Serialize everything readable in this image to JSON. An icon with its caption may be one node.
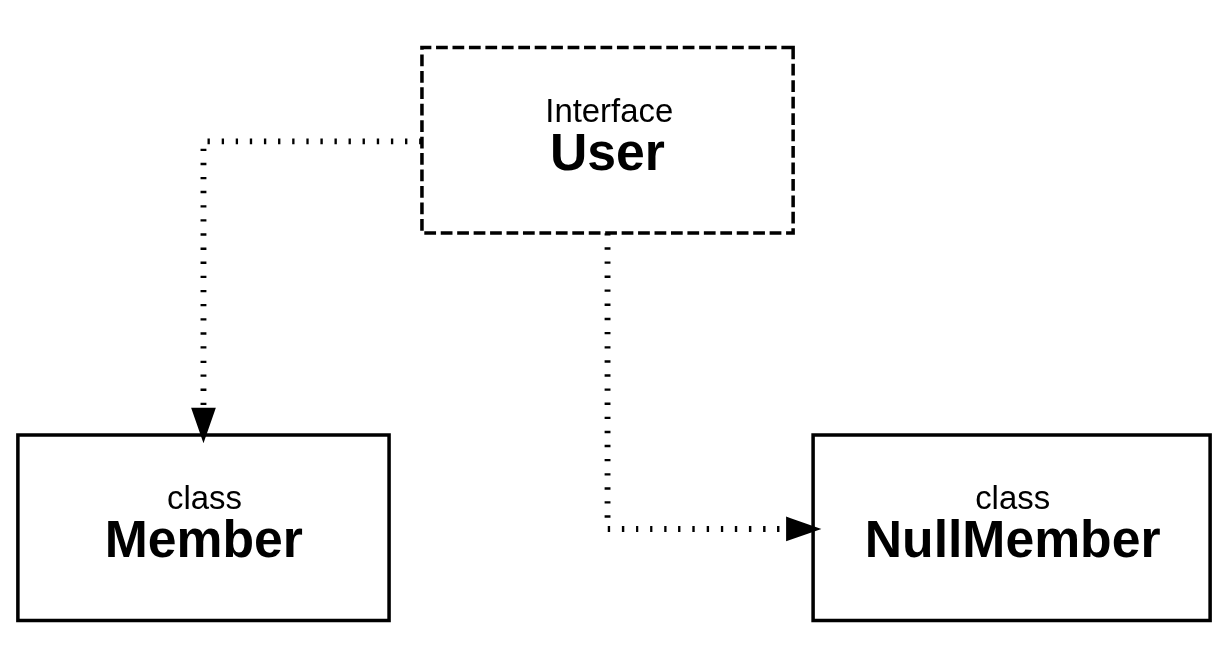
{
  "diagram": {
    "nodes": [
      {
        "text": [
          "Interface",
          "User"
        ]
      },
      {
        "text": [
          "class",
          "Member"
        ]
      },
      {
        "text": [
          "class",
          "NullMember"
        ]
      }
    ],
    "edges": [
      {
        "from": 0,
        "to": 1,
        "arrow": "to",
        "style": "dashed"
      },
      {
        "from": 0,
        "to": 2,
        "arrow": "to",
        "style": "dashed"
      }
    ]
  }
}
